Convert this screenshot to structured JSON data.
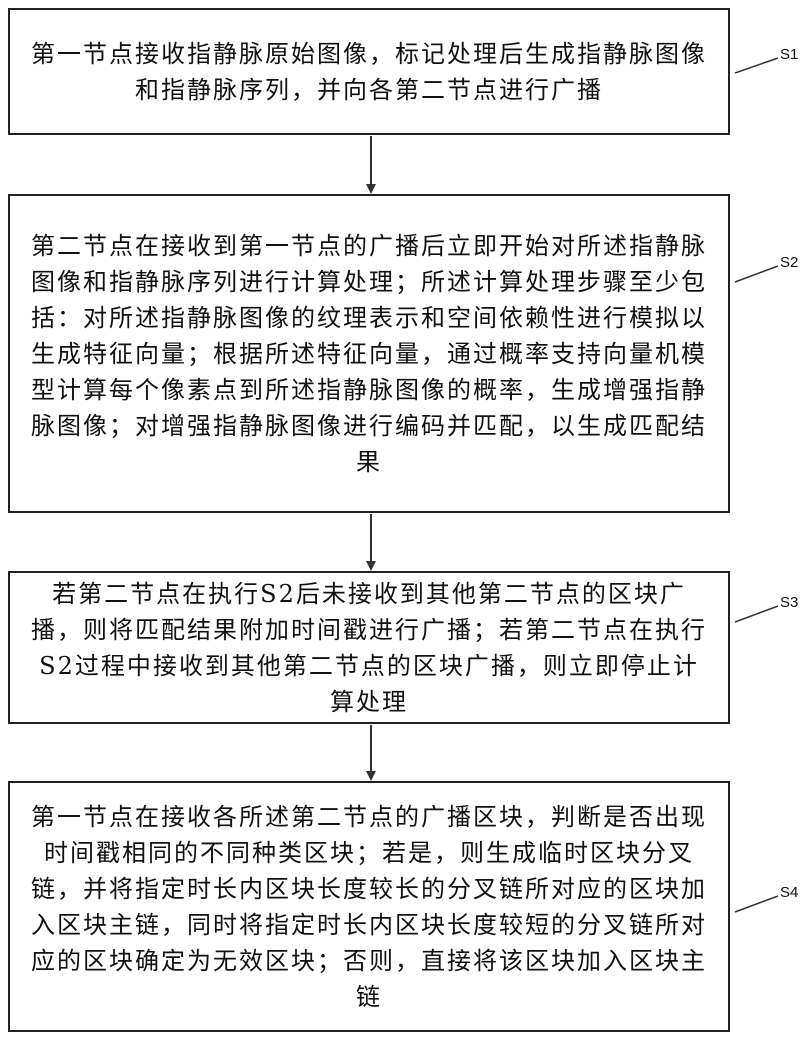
{
  "steps": [
    {
      "id": "S1",
      "text": "第一节点接收指静脉原始图像，标记处理后生成指静脉图像和指静脉序列，并向各第二节点进行广播"
    },
    {
      "id": "S2",
      "text": "第二节点在接收到第一节点的广播后立即开始对所述指静脉图像和指静脉序列进行计算处理；所述计算处理步骤至少包括：对所述指静脉图像的纹理表示和空间依赖性进行模拟以生成特征向量；根据所述特征向量，通过概率支持向量机模型计算每个像素点到所述指静脉图像的概率，生成增强指静脉图像；对增强指静脉图像进行编码并匹配，以生成匹配结果"
    },
    {
      "id": "S3",
      "text": "若第二节点在执行S2后未接收到其他第二节点的区块广播，则将匹配结果附加时间戳进行广播；若第二节点在执行S2过程中接收到其他第二节点的区块广播，则立即停止计算处理"
    },
    {
      "id": "S4",
      "text": "第一节点在接收各所述第二节点的广播区块，判断是否出现时间戳相同的不同种类区块；若是，则生成临时区块分叉链，并将指定时长内区块长度较长的分叉链所对应的区块加入区块主链，同时将指定时长内区块长度较短的分叉链所对应的区块确定为无效区块；否则，直接将该区块加入区块主链"
    }
  ]
}
